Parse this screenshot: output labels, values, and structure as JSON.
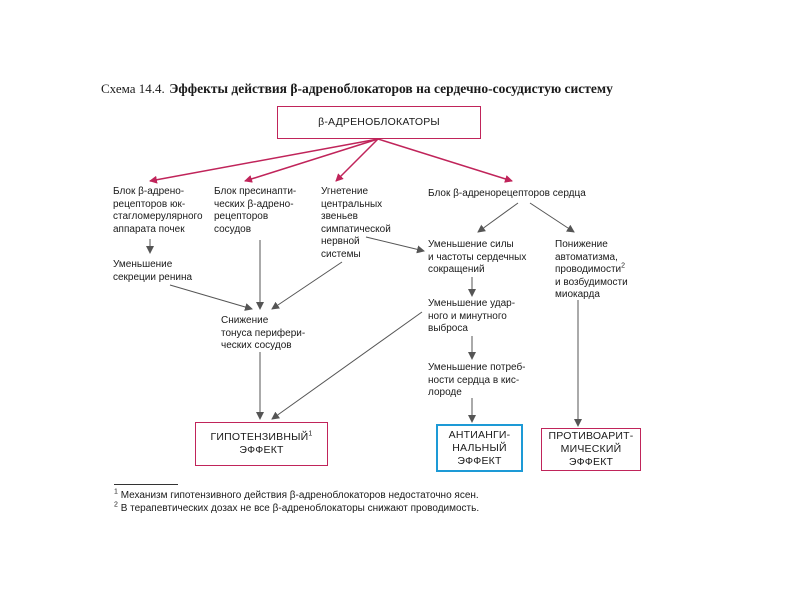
{
  "header": {
    "caption": "Схема 14.4.",
    "title": "Эффекты действия β-адреноблокаторов на сердечно-сосудистую систему"
  },
  "colors": {
    "accent": "#c0245a",
    "antianginal_border": "#1d9ad6",
    "arrow": "#555555"
  },
  "nodes": {
    "root": "β-АДРЕНОБЛОКАТОРЫ",
    "kidney_block": "Блок β-адрено-\nрецепторов юк-\nстагломерулярного\nаппарата почек",
    "renin": "Уменьшение\nсекреции ренина",
    "presynaptic_block": "Блок пресинапти-\nческих β-адрено-\nрецепторов\nсосудов",
    "central_inhibition": "Угнетение\nцентральных\nзвеньев\nсимпатической\nнервной\nсистемы",
    "heart_block": "Блок β-адренорецепторов сердца",
    "force_decrease": "Уменьшение силы\nи частоты сердечных\nсокращений",
    "automatism_decrease": "Понижение\nавтоматизма,\nпроводимости",
    "automatism_decrease_sup": "2",
    "automatism_decrease_tail": "и возбудимости\nмиокарда",
    "stroke_volume": "Уменьшение удар-\nного и минутного\nвыброса",
    "oxygen_demand": "Уменьшение потреб-\nности сердца в кис-\nлороде",
    "vascular_tone": "Снижение\nтонуса перифери-\nческих сосудов",
    "hypotensive": "ГИПОТЕНЗИВНЫЙ",
    "hypotensive_sup": "1",
    "hypotensive_tail": "ЭФФЕКТ",
    "antianginal": "АНТИАНГИ-\nНАЛЬНЫЙ\nЭФФЕКТ",
    "antiarrhythmic": "ПРОТИВОАРИТ-\nМИЧЕСКИЙ\nЭФФЕКТ"
  },
  "footnotes": [
    {
      "mark": "1",
      "text": "Механизм гипотензивного действия β-адреноблокаторов недостаточно ясен."
    },
    {
      "mark": "2",
      "text": "В терапевтических дозах не все β-адреноблокаторы снижают проводимость."
    }
  ]
}
